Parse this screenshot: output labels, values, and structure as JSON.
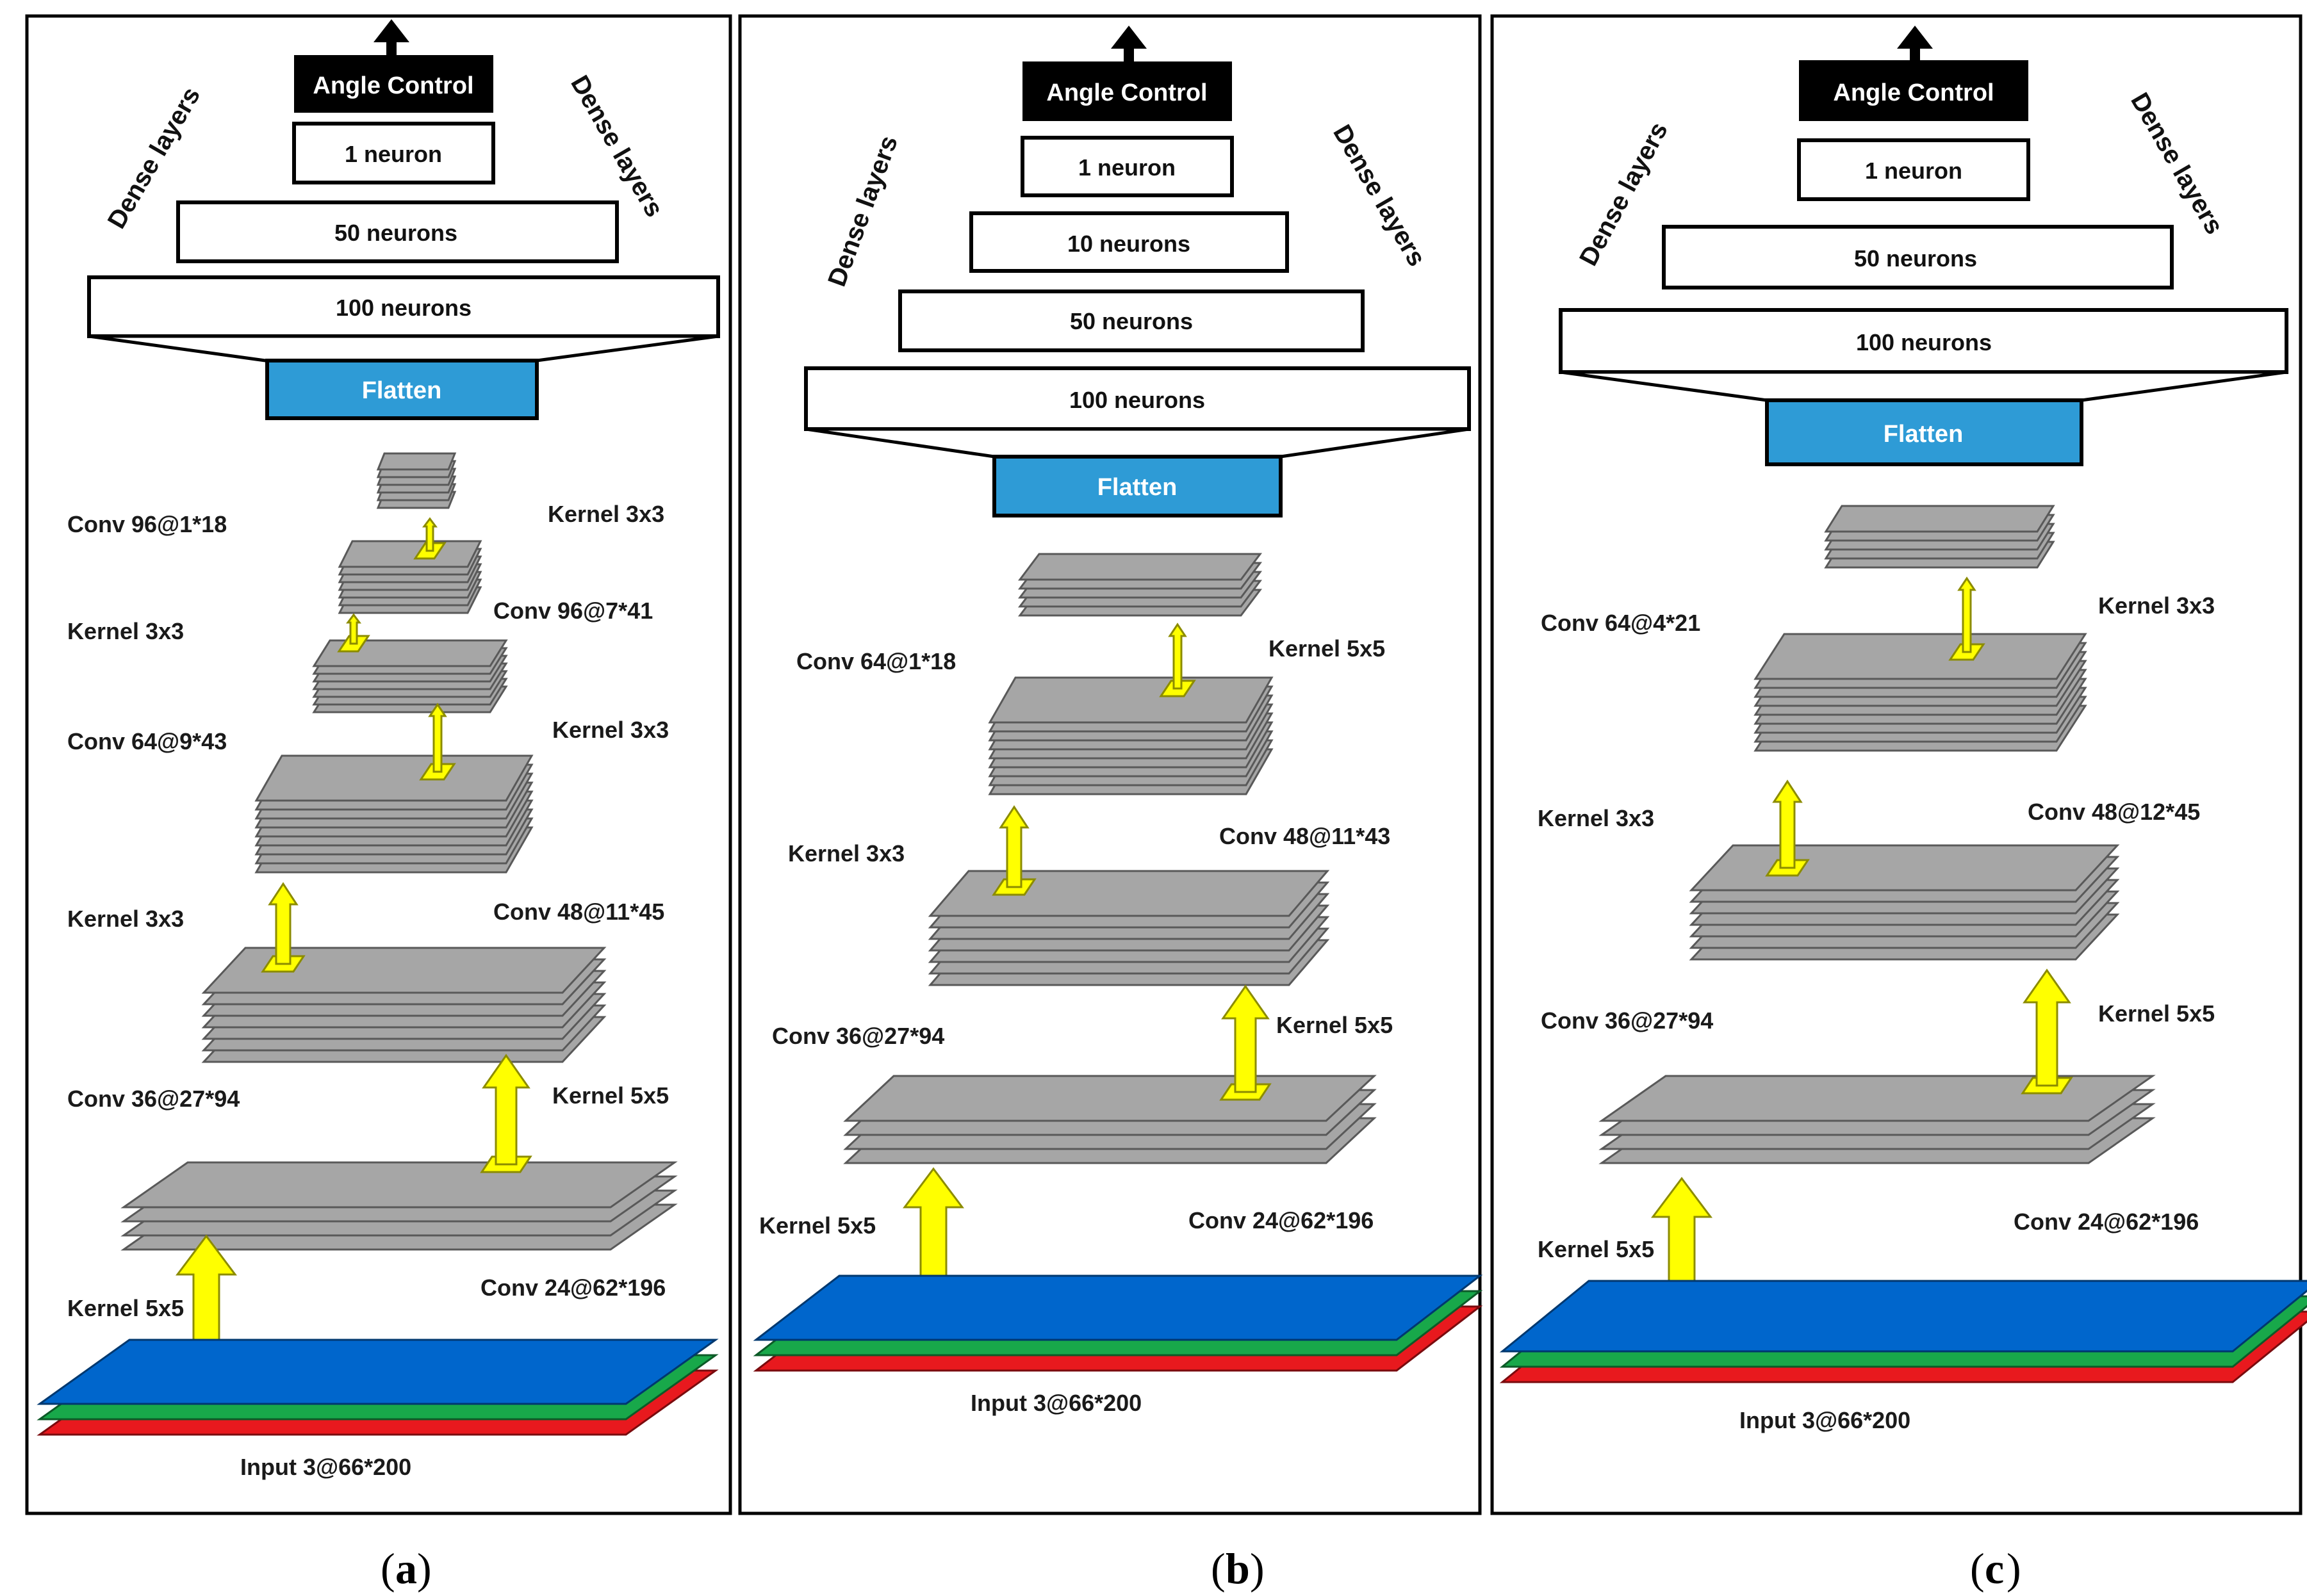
{
  "colors": {
    "panel_border": "#000000",
    "layer_fill": "#a6a6a6",
    "layer_stroke": "#595959",
    "flatten_fill": "#2e9bd6",
    "angle_fill": "#000000",
    "arrow_fill": "#ffff00",
    "arrow_stroke": "#8c8c00",
    "input_blue": "#0066cc",
    "input_green": "#18a84a",
    "input_red": "#e8191e"
  },
  "panels": [
    {
      "caption": "a",
      "angle_label": "Angle Control",
      "dense_label_left": "Dense layers",
      "dense_label_right": "Dense layers",
      "neurons": [
        "1 neuron",
        "50 neurons",
        "100 neurons"
      ],
      "flatten_label": "Flatten",
      "input_label": "Input 3@66*200",
      "labels": [
        "Conv 96@1*18",
        "Kernel 3x3",
        "Kernel 3x3",
        "Conv 96@7*41",
        "Conv 64@9*43",
        "Kernel 3x3",
        "Kernel 3x3",
        "Conv 48@11*45",
        "Conv 36@27*94",
        "Kernel 5x5",
        "Conv 24@62*196",
        "Kernel 5x5"
      ]
    },
    {
      "caption": "b",
      "angle_label": "Angle Control",
      "dense_label_left": "Dense layers",
      "dense_label_right": "Dense layers",
      "neurons": [
        "1 neuron",
        "10 neurons",
        "50 neurons",
        "100 neurons"
      ],
      "flatten_label": "Flatten",
      "input_label": "Input 3@66*200",
      "labels": [
        "Kernel 5x5",
        "Conv 64@1*18",
        "Kernel 3x3",
        "Conv 48@11*43",
        "Conv 36@27*94",
        "Kernel 5x5",
        "Kernel 5x5",
        "Conv 24@62*196"
      ]
    },
    {
      "caption": "c",
      "angle_label": "Angle Control",
      "dense_label_left": "Dense layers",
      "dense_label_right": "Dense layers",
      "neurons": [
        "1 neuron",
        "50 neurons",
        "100 neurons"
      ],
      "flatten_label": "Flatten",
      "input_label": "Input 3@66*200",
      "labels": [
        "Kernel 3x3",
        "Conv 64@4*21",
        "Kernel 3x3",
        "Conv 48@12*45",
        "Conv 36@27*94",
        "Kernel 5x5",
        "Kernel 5x5",
        "Conv 24@62*196"
      ]
    }
  ]
}
